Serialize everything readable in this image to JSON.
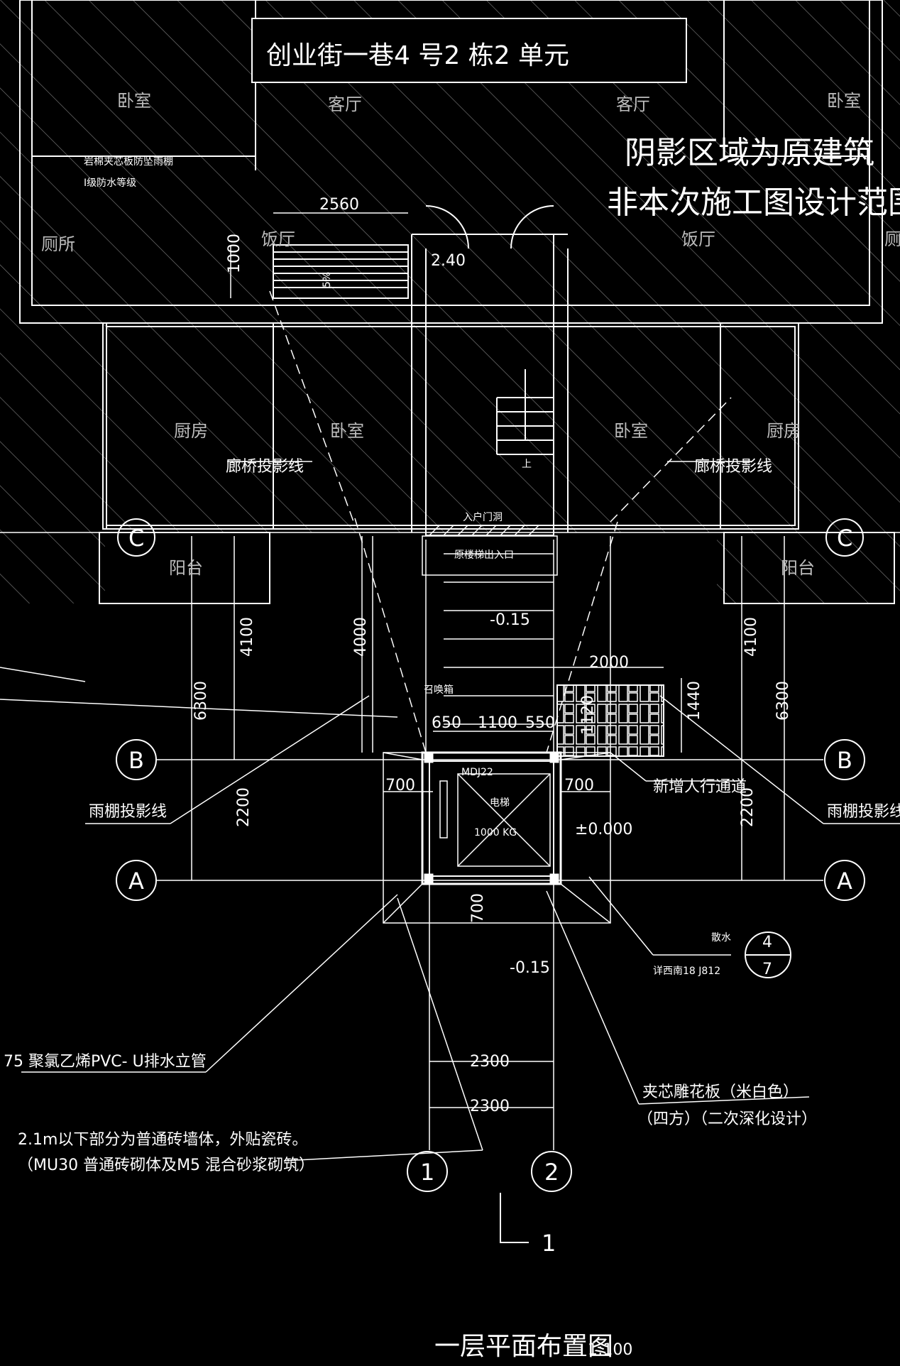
{
  "header": {
    "address": "创业街一巷4 号2 栋2 单元",
    "note_line1": "阴影区域为原建筑",
    "note_line2": "非本次施工图设计范围"
  },
  "rooms": {
    "bedroom_tl": "卧室",
    "living_l": "客厅",
    "living_r": "客厅",
    "bedroom_tr": "卧室",
    "toilet_l": "厕所",
    "dining_l": "饭厅",
    "dining_r": "饭厅",
    "toilet_r": "厕",
    "kitchen_l": "厨房",
    "bedroom_ml": "卧室",
    "bedroom_mr": "卧室",
    "kitchen_r": "厨房",
    "balcony_l": "阳台",
    "balcony_r": "阳台",
    "up": "上"
  },
  "annotations": {
    "canopy_note1": "岩棉夹芯板防坠雨棚",
    "canopy_note2": "I级防水等级",
    "bridge_proj_l": "廊桥投影线",
    "bridge_proj_r": "廊桥投影线",
    "entrance_door": "入户门洞",
    "fire_exit": "原楼梯出入口",
    "call_box": "召唤箱",
    "new_walkway": "新增人行通道",
    "canopy_proj_l": "雨棚投影线",
    "canopy_proj_r": "雨棚投影线",
    "elevator": "电梯",
    "elevator_load": "1000 KG",
    "apron": "散水",
    "apron_ref": "详西南18 J812",
    "apron_num": "4",
    "apron_sheet": "7",
    "pipe": "75 聚氯乙烯PVC- U排水立管",
    "panel1": "夹芯雕花板（米白色）",
    "panel2": "（四方）（二次深化设计）",
    "wall1": "2.1m以下部分为普通砖墙体，外贴瓷砖。",
    "wall2": "（MU30 普通砖砌体及M5 混合砂浆砌筑）",
    "door_tag": "MDJ22",
    "slope": "5%"
  },
  "dimensions": {
    "d2560": "2560",
    "d1000": "1000",
    "lvl240": "2.40",
    "lvl_m015_top": "-0.15",
    "lvl_m015_bot": "-0.15",
    "lvl_0": "±0.000",
    "d4100_l": "4100",
    "d4100_r": "4100",
    "d6300_l": "6300",
    "d6300_r": "6300",
    "d2200_l": "2200",
    "d2200_r": "2200",
    "d4000": "4000",
    "d2000": "2000",
    "d1440": "1440",
    "d1120": "1120",
    "d650": "650",
    "d1100": "1100",
    "d550": "550",
    "d700_l": "700",
    "d700_r": "700",
    "d700_b": "700",
    "d2300_a": "2300",
    "d2300_b": "2300"
  },
  "axes": {
    "c_l": "C",
    "c_r": "C",
    "b_l": "B",
    "b_r": "B",
    "a_l": "A",
    "a_r": "A",
    "one": "1",
    "two": "2",
    "section": "1"
  },
  "footer": {
    "title": "一层平面布置图",
    "scale": "1:100"
  },
  "colors": {
    "background": "#000000",
    "lines": "#ffffff",
    "hatch": "#7a7a7a"
  }
}
